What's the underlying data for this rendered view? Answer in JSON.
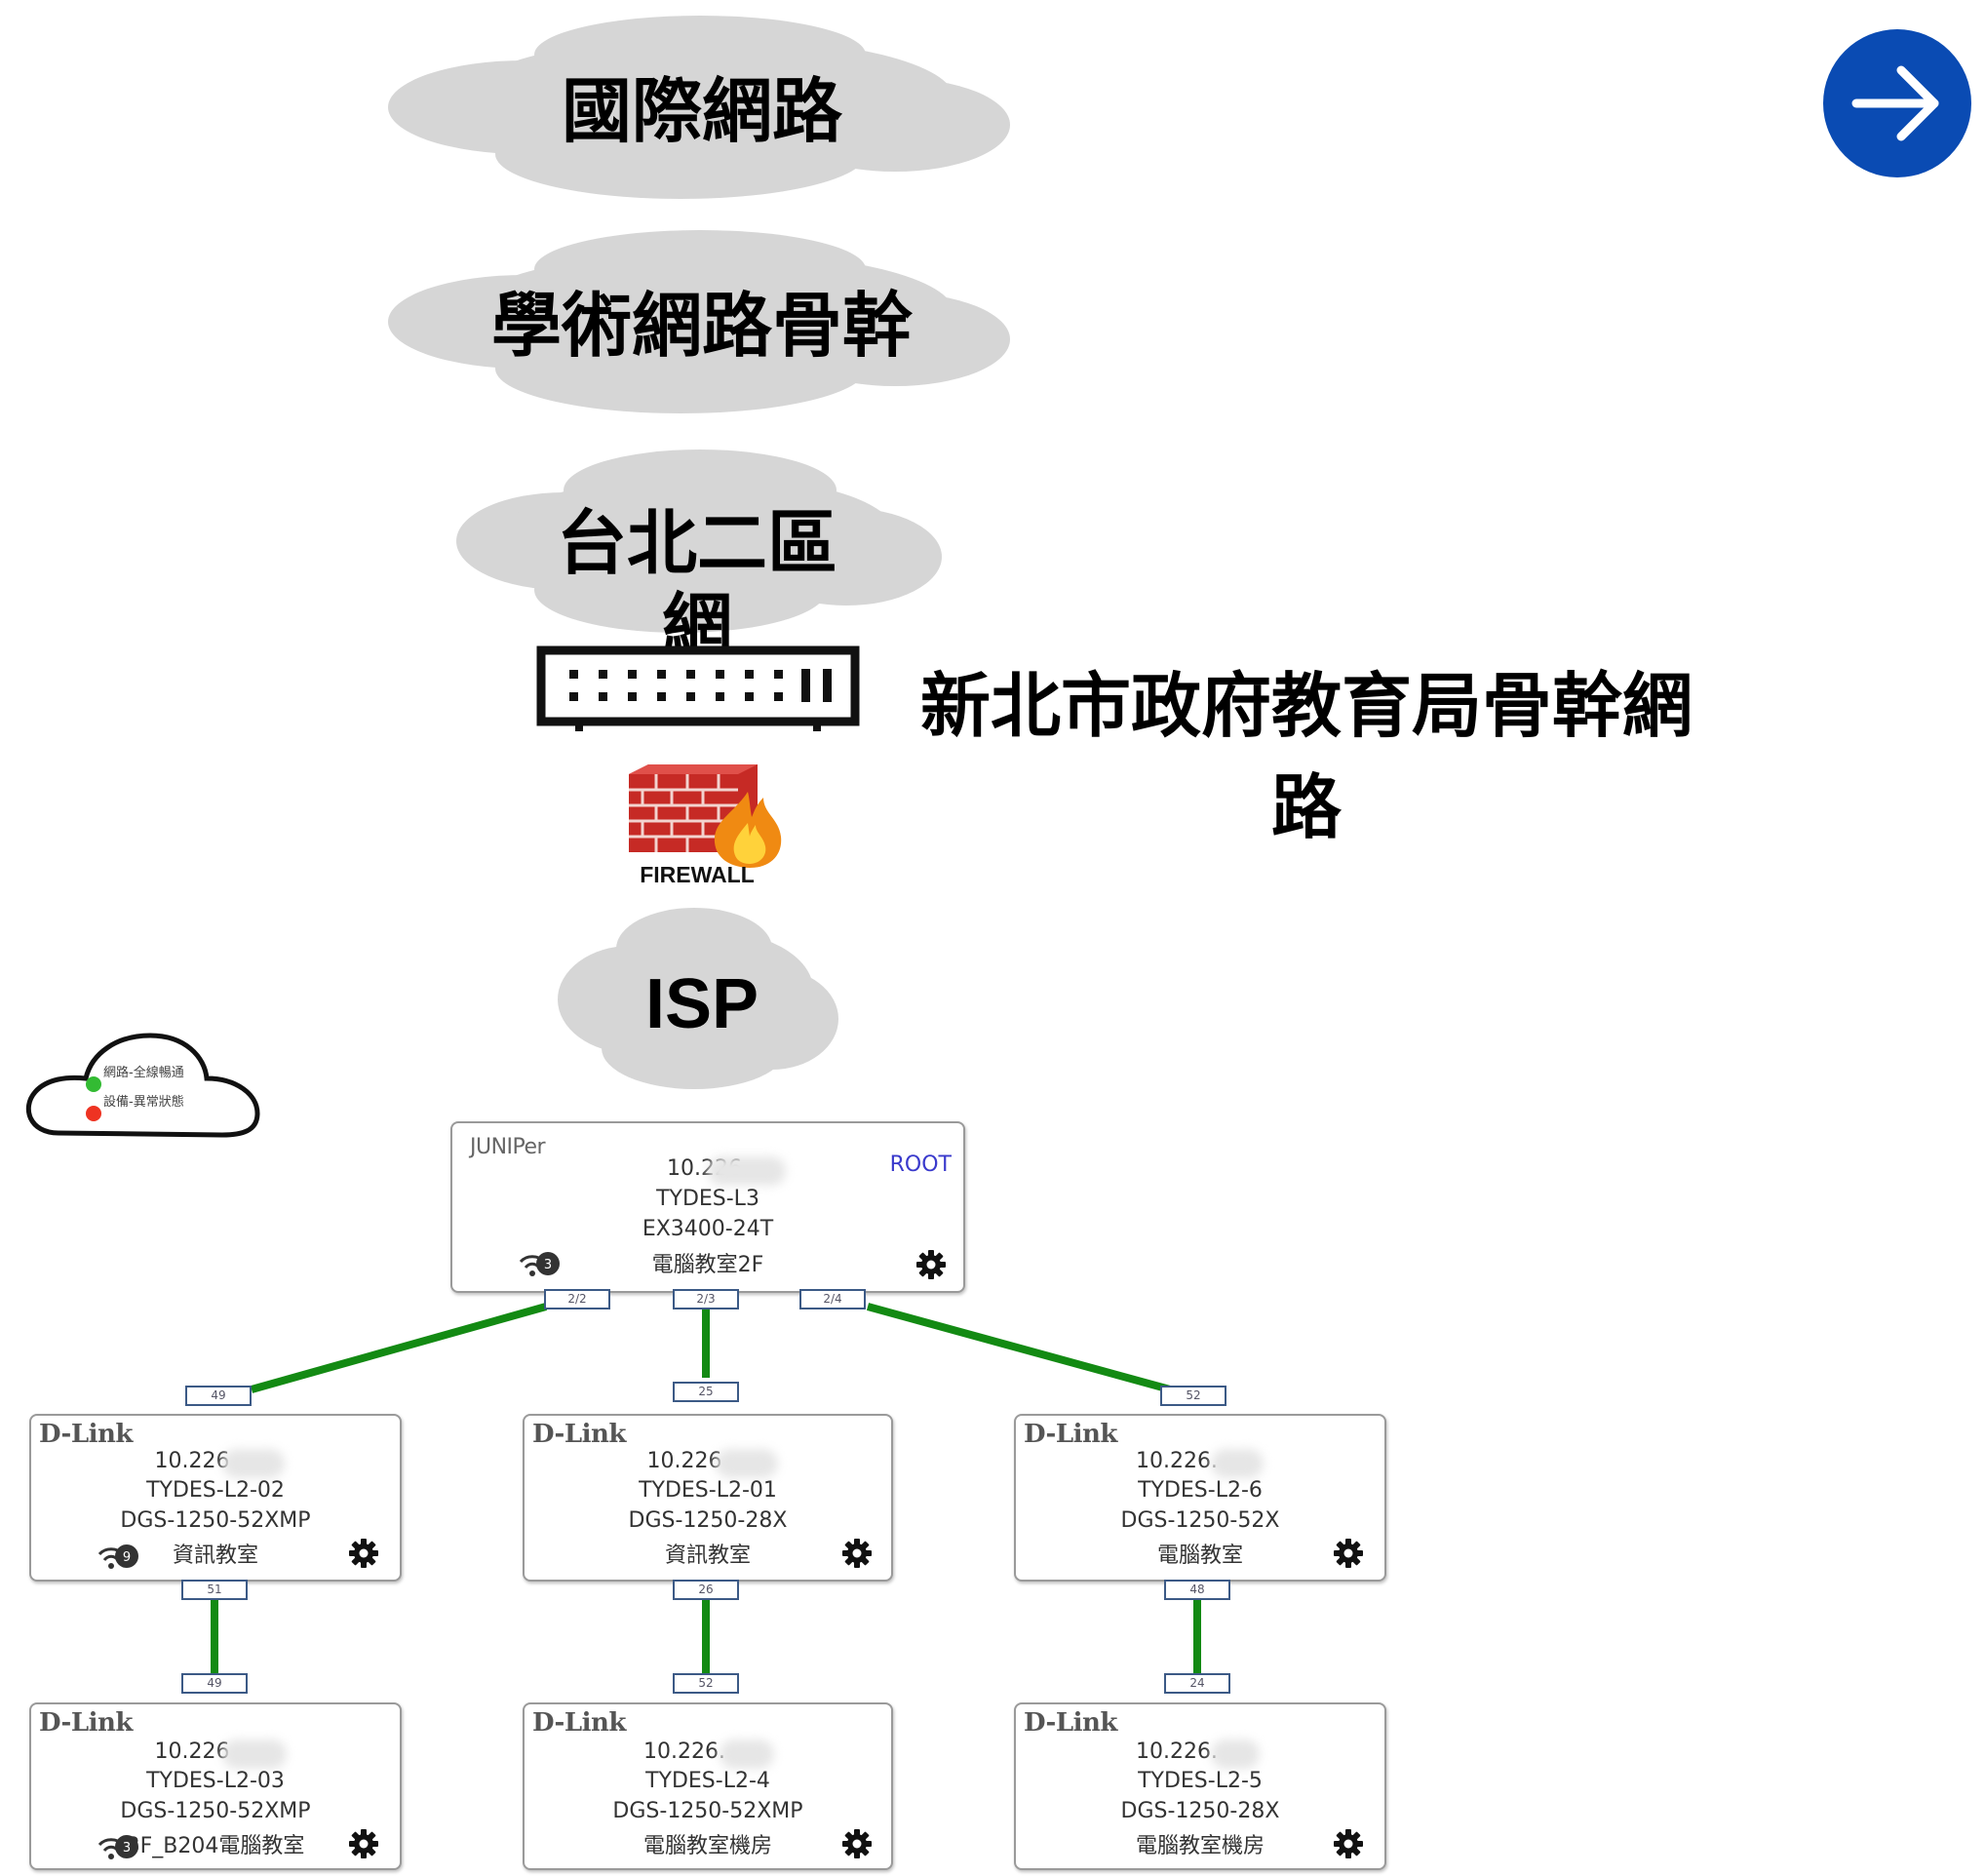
{
  "clouds": {
    "international": "國際網路",
    "academic": "學術網路骨幹",
    "taipei2": "台北二區網",
    "isp": "ISP"
  },
  "backbone_label": "新北市政府教育局骨幹網路",
  "firewall_caption": "FIREWALL",
  "next_button": {
    "icon": "arrow-right-icon",
    "color": "#0a4bb3"
  },
  "legend": {
    "items": [
      {
        "label": "網路-全線暢通",
        "color": "#33bb33"
      },
      {
        "label": "設備-異常狀態",
        "color": "#ee3322"
      }
    ]
  },
  "root_device": {
    "brand": "JUNIPer",
    "ip": "10.226.",
    "name": "TYDES-L3",
    "model": "EX3400-24T",
    "location": "電腦教室2F",
    "tag": "ROOT",
    "wifi_count": "3"
  },
  "ports": {
    "root_left": "2/2",
    "root_mid": "2/3",
    "root_right": "2/4",
    "l2_02_up": "49",
    "l2_01_up": "25",
    "l2_6_up": "52",
    "l2_02_down": "51",
    "l2_01_down": "26",
    "l2_6_down": "48",
    "l2_03_up": "49",
    "l2_4_up": "52",
    "l2_5_up": "24"
  },
  "devices": [
    {
      "brand": "D-Link",
      "ip": "10.226",
      "name": "TYDES-L2-02",
      "model": "DGS-1250-52XMP",
      "location": "資訊教室",
      "wifi_count": "9"
    },
    {
      "brand": "D-Link",
      "ip": "10.226",
      "name": "TYDES-L2-01",
      "model": "DGS-1250-28X",
      "location": "資訊教室"
    },
    {
      "brand": "D-Link",
      "ip": "10.226.",
      "name": "TYDES-L2-6",
      "model": "DGS-1250-52X",
      "location": "電腦教室"
    },
    {
      "brand": "D-Link",
      "ip": "10.226",
      "name": "TYDES-L2-03",
      "model": "DGS-1250-52XMP",
      "location": "3F_B204電腦教室",
      "wifi_count": "3"
    },
    {
      "brand": "D-Link",
      "ip": "10.226.",
      "name": "TYDES-L2-4",
      "model": "DGS-1250-52XMP",
      "location": "電腦教室機房"
    },
    {
      "brand": "D-Link",
      "ip": "10.226.",
      "name": "TYDES-L2-5",
      "model": "DGS-1250-28X",
      "location": "電腦教室機房"
    }
  ],
  "colors": {
    "link": "#138a13",
    "cloud": "#d6d6d6",
    "port_border": "#3c5a86"
  }
}
